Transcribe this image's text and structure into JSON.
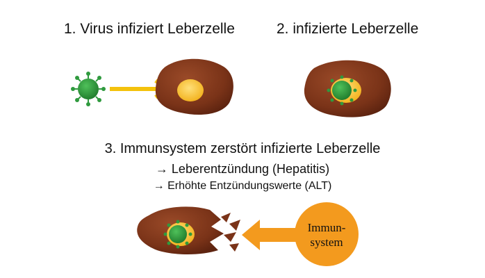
{
  "steps": {
    "step1": "1. Virus infiziert Leberzelle",
    "step2": "2. infizierte Leberzelle",
    "step3": "3. Immunsystem zerstört infizierte Leberzelle"
  },
  "consequences": {
    "line1": "→ Leberentzündung (Hepatitis)",
    "line2": "→ Erhöhte Entzündungswerte (ALT)"
  },
  "immune": {
    "line1": "Immun-",
    "line2": "system"
  },
  "colors": {
    "liver_cell": "#7a3318",
    "virus": "#2f9a3e",
    "infected_spot": "#f6c22a",
    "arrow_yellow": "#f4c20d",
    "immune_system": "#f39a1e"
  }
}
